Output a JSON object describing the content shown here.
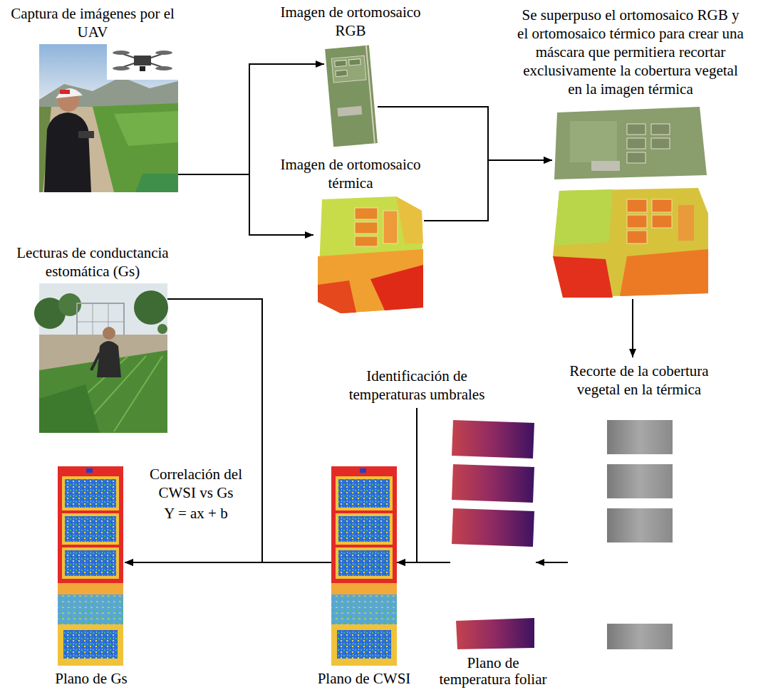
{
  "diagram": {
    "nodes": [
      {
        "text": [
          "Captura de imágenes por el UAV"
        ]
      },
      {
        "text": [
          "Imagen de ortomosaico RGB"
        ]
      },
      {
        "text": [
          "Se superpuso el ortomosaico RGB y el ortomosaico térmico para crear una máscara que permitiera recortar exclusivamente la cobertura vegetal en la imagen térmica"
        ]
      },
      {
        "text": [
          "Imagen de ortomosaico térmica"
        ]
      },
      {
        "text": [
          "Lecturas de conductancia estomática (Gs)"
        ]
      },
      {
        "text": [
          "Identificación de temperaturas umbrales"
        ]
      },
      {
        "text": [
          "Recorte de la cobertura vegetal en la térmica"
        ]
      },
      {
        "text": [
          "Plano de temperatura foliar"
        ]
      },
      {
        "text": [
          "Plano de CWSI"
        ]
      },
      {
        "text": [
          "Plano de Gs"
        ]
      }
    ],
    "edges": [
      {
        "from": 0,
        "to": 1,
        "arrow": "to"
      },
      {
        "from": 0,
        "to": 3,
        "arrow": "to"
      },
      {
        "from": 1,
        "to": 2,
        "arrow": "to"
      },
      {
        "from": 3,
        "to": 2,
        "arrow": "to"
      },
      {
        "from": 2,
        "to": 6,
        "arrow": "to"
      },
      {
        "from": 6,
        "to": 7,
        "arrow": "to"
      },
      {
        "from": 7,
        "to": 8,
        "arrow": "to"
      },
      {
        "from": 5,
        "to": 8,
        "arrow": "to"
      },
      {
        "from": 8,
        "to": 9,
        "label": "Correlación del CWSI vs Gs",
        "arrow": "to"
      },
      {
        "from": 4,
        "to": 9,
        "arrow": "to"
      }
    ],
    "labels": [
      "Y = ax + b"
    ]
  }
}
